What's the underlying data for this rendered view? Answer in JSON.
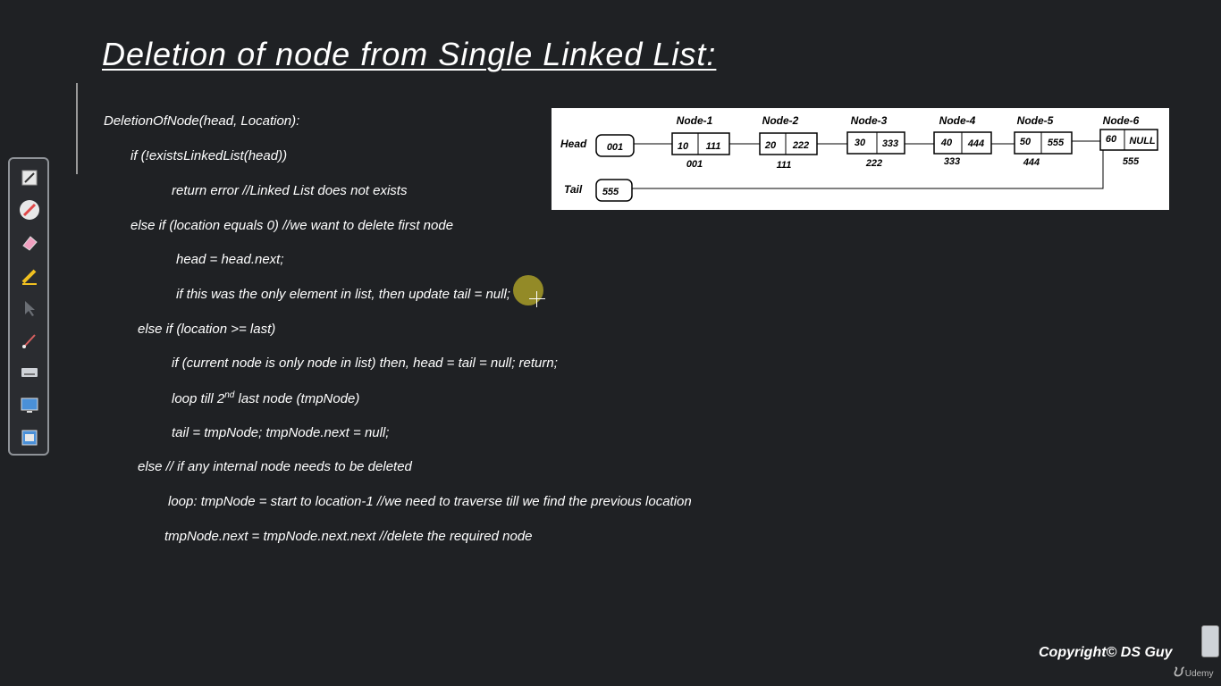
{
  "title": "Deletion of node from Single Linked List:",
  "code_lines": [
    "DeletionOfNode(head, Location):",
    "if (!existsLinkedList(head))",
    "return error //Linked List does not exists",
    "else if (location equals 0)  //we want to delete first node",
    "head = head.next;",
    "if this was the only element in list, then update tail = null;",
    "else if (location >= last)",
    "if (current node is only node in list) then, head = tail = null; return;",
    {
      "before": "loop till 2",
      "sup": "nd",
      "after": " last node (tmpNode)"
    },
    "tail = tmpNode; tmpNode.next = null;",
    "else // if any internal node needs to be deleted",
    "loop: tmpNode = start to location-1 //we need to traverse till we find the previous location",
    "tmpNode.next = tmpNode.next.next  //delete the required node"
  ],
  "diagram": {
    "head_label": "Head",
    "tail_label": "Tail",
    "head_value": "001",
    "tail_value": "555",
    "nodes": [
      {
        "label": "Node-1",
        "value": "10",
        "next": "111",
        "address": "001"
      },
      {
        "label": "Node-2",
        "value": "20",
        "next": "222",
        "address": "111"
      },
      {
        "label": "Node-3",
        "value": "30",
        "next": "333",
        "address": "222"
      },
      {
        "label": "Node-4",
        "value": "40",
        "next": "444",
        "address": "333"
      },
      {
        "label": "Node-5",
        "value": "50",
        "next": "555",
        "address": "444"
      },
      {
        "label": "Node-6",
        "value": "60",
        "next": "NULL",
        "address": "555"
      }
    ]
  },
  "toolbar": {
    "tools": [
      {
        "name": "pen-tool",
        "icon": "pen-icon",
        "color": "#e8e8e8"
      },
      {
        "name": "marker-tool",
        "icon": "marker-icon",
        "color": "#e04848"
      },
      {
        "name": "eraser-tool",
        "icon": "eraser-icon",
        "color": "#f0a0c0"
      },
      {
        "name": "highlighter-tool",
        "icon": "highlighter-icon",
        "color": "#f0c020"
      },
      {
        "name": "pointer-tool",
        "icon": "pointer-icon",
        "color": "#6a6e74"
      },
      {
        "name": "brush-tool",
        "icon": "brush-icon",
        "color": "#d86060"
      },
      {
        "name": "keyboard-tool",
        "icon": "keyboard-icon",
        "color": "#cfd3d8"
      },
      {
        "name": "screen-tool",
        "icon": "screen-icon",
        "color": "#4a90d8"
      },
      {
        "name": "window-tool",
        "icon": "window-icon",
        "color": "#4a90d8"
      }
    ]
  },
  "copyright": "Copyright© DS Guy",
  "watermark": "Udemy",
  "colors": {
    "background": "#1f2124",
    "text": "#ffffff",
    "cursor_highlight": "#a89c28"
  }
}
